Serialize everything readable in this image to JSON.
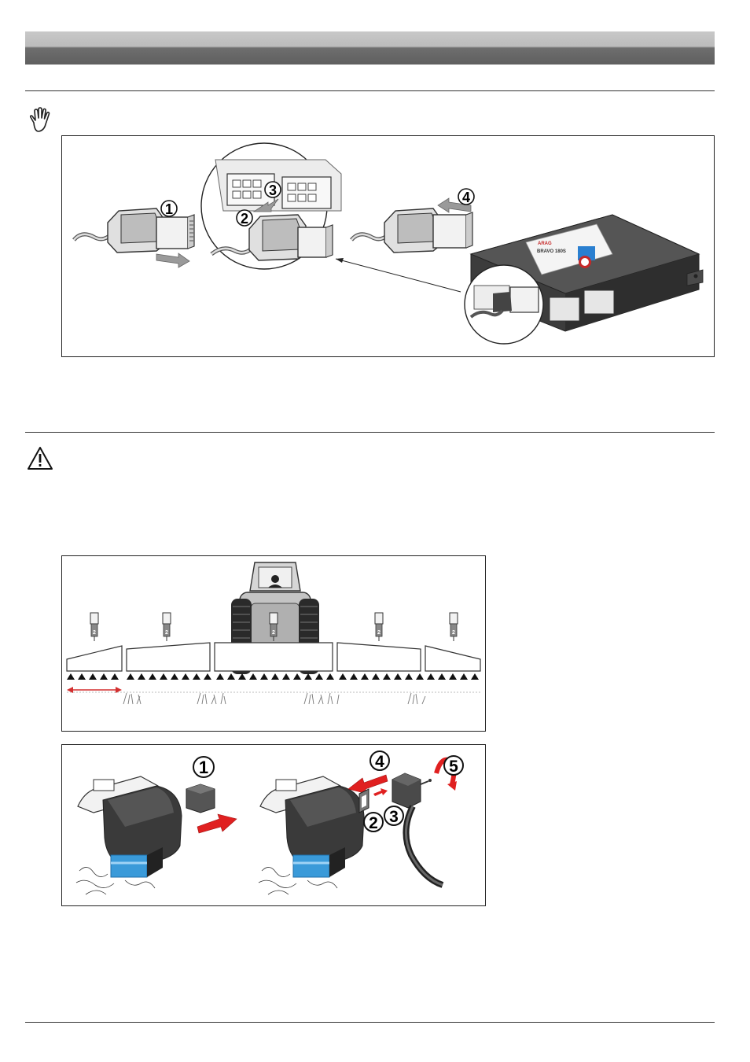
{
  "fig1": {
    "callouts": [
      "1",
      "2",
      "3",
      "4"
    ],
    "unit_brand": "ARAG",
    "unit_model": "BRAVO 180S"
  },
  "fig2": {
    "nozzle_numbers": [
      "2",
      "2",
      "2",
      "2",
      "2"
    ]
  },
  "fig3": {
    "callouts": [
      "1",
      "2",
      "3",
      "4",
      "5"
    ]
  },
  "colors": {
    "header_top": "#c0c0c0",
    "header_bottom": "#606060",
    "arrow_red": "#e02020",
    "valve_blue": "#3a9ad9"
  }
}
